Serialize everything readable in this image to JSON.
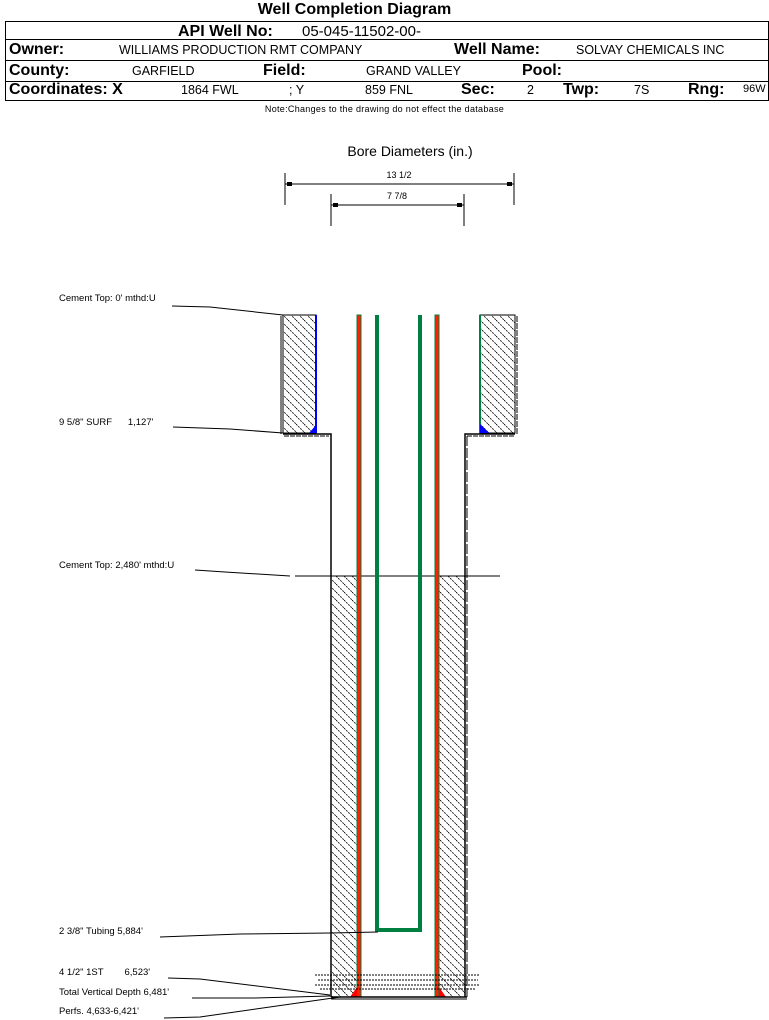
{
  "title": "Well Completion Diagram",
  "header": {
    "api_label": "API Well No:",
    "api_value": "05-045-11502-00-",
    "owner_label": "Owner:",
    "owner_value": "WILLIAMS PRODUCTION RMT COMPANY",
    "well_name_label": "Well Name:",
    "well_name_value": "SOLVAY CHEMICALS INC",
    "county_label": "County:",
    "county_value": "GARFIELD",
    "field_label": "Field:",
    "field_value": "GRAND VALLEY",
    "pool_label": "Pool:",
    "pool_value": "",
    "coord_label": "Coordinates: X",
    "coord_x_value": "1864 FWL",
    "coord_y_label": "; Y",
    "coord_y_value": "859 FNL",
    "sec_label": "Sec:",
    "sec_value": "2",
    "twp_label": "Twp:",
    "twp_value": "7S",
    "rng_label": "Rng:",
    "rng_value": "96W"
  },
  "note": "Note:Changes to the drawing do not effect the database",
  "diagram": {
    "bore_title": "Bore Diameters (in.)",
    "bore_diameters": [
      "13 1/2",
      "7 7/8"
    ],
    "annotations": {
      "cement_top_surface": "Cement Top: 0' mthd:U",
      "surface_casing": "9 5/8\" SURF      1,127'",
      "cement_top_production": "Cement Top: 2,480' mthd:U",
      "tubing": "2 3/8\" Tubing 5,884'",
      "production_casing": "4 1/2\" 1ST        6,523'",
      "tvd": "Total Vertical Depth 6,481'",
      "perfs": "Perfs. 4,633-6,421'"
    },
    "colors": {
      "casing_outer": "#008040",
      "production_casing": "#ff2000",
      "tubing": "#008040",
      "surface_shoe": "#0000ff",
      "production_shoe": "#ff0000"
    }
  }
}
